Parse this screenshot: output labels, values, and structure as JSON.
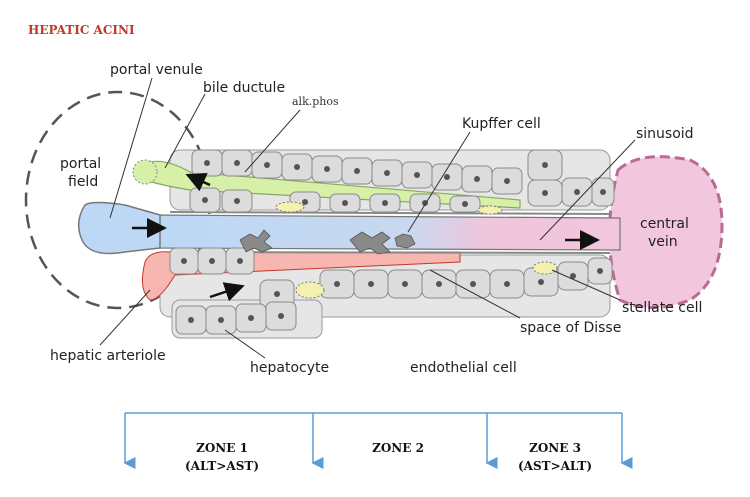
{
  "title": "HEPATIC ACINI",
  "labels": {
    "portal_venule": "portal venule",
    "bile_ductule": "bile ductule",
    "alk_phos": "alk.phos",
    "portal_field_1": "portal",
    "portal_field_2": "field",
    "kupffer_cell": "Kupffer cell",
    "sinusoid": "sinusoid",
    "central_vein_1": "central",
    "central_vein_2": "vein",
    "stellate_cell": "stellate cell",
    "space_of_disse": "space of Disse",
    "endothelial_cell": "endothelial cell",
    "hepatic_arteriole": "hepatic arteriole",
    "hepatocyte": "hepatocyte"
  },
  "zones": [
    {
      "name": "ZONE 1",
      "detail": "(ALT>AST)"
    },
    {
      "name": "ZONE 2",
      "detail": ""
    },
    {
      "name": "ZONE 3",
      "detail": "(AST>ALT)"
    }
  ],
  "colors": {
    "title": "#c0392b",
    "portal_venule": "#bcd8f5",
    "bile": "#d6f0a8",
    "arteriole": "#f7b6b0",
    "central_vein": "#f2c6dc",
    "cells": "#dcdcdc",
    "zone_lines": "#5b9bd5"
  }
}
